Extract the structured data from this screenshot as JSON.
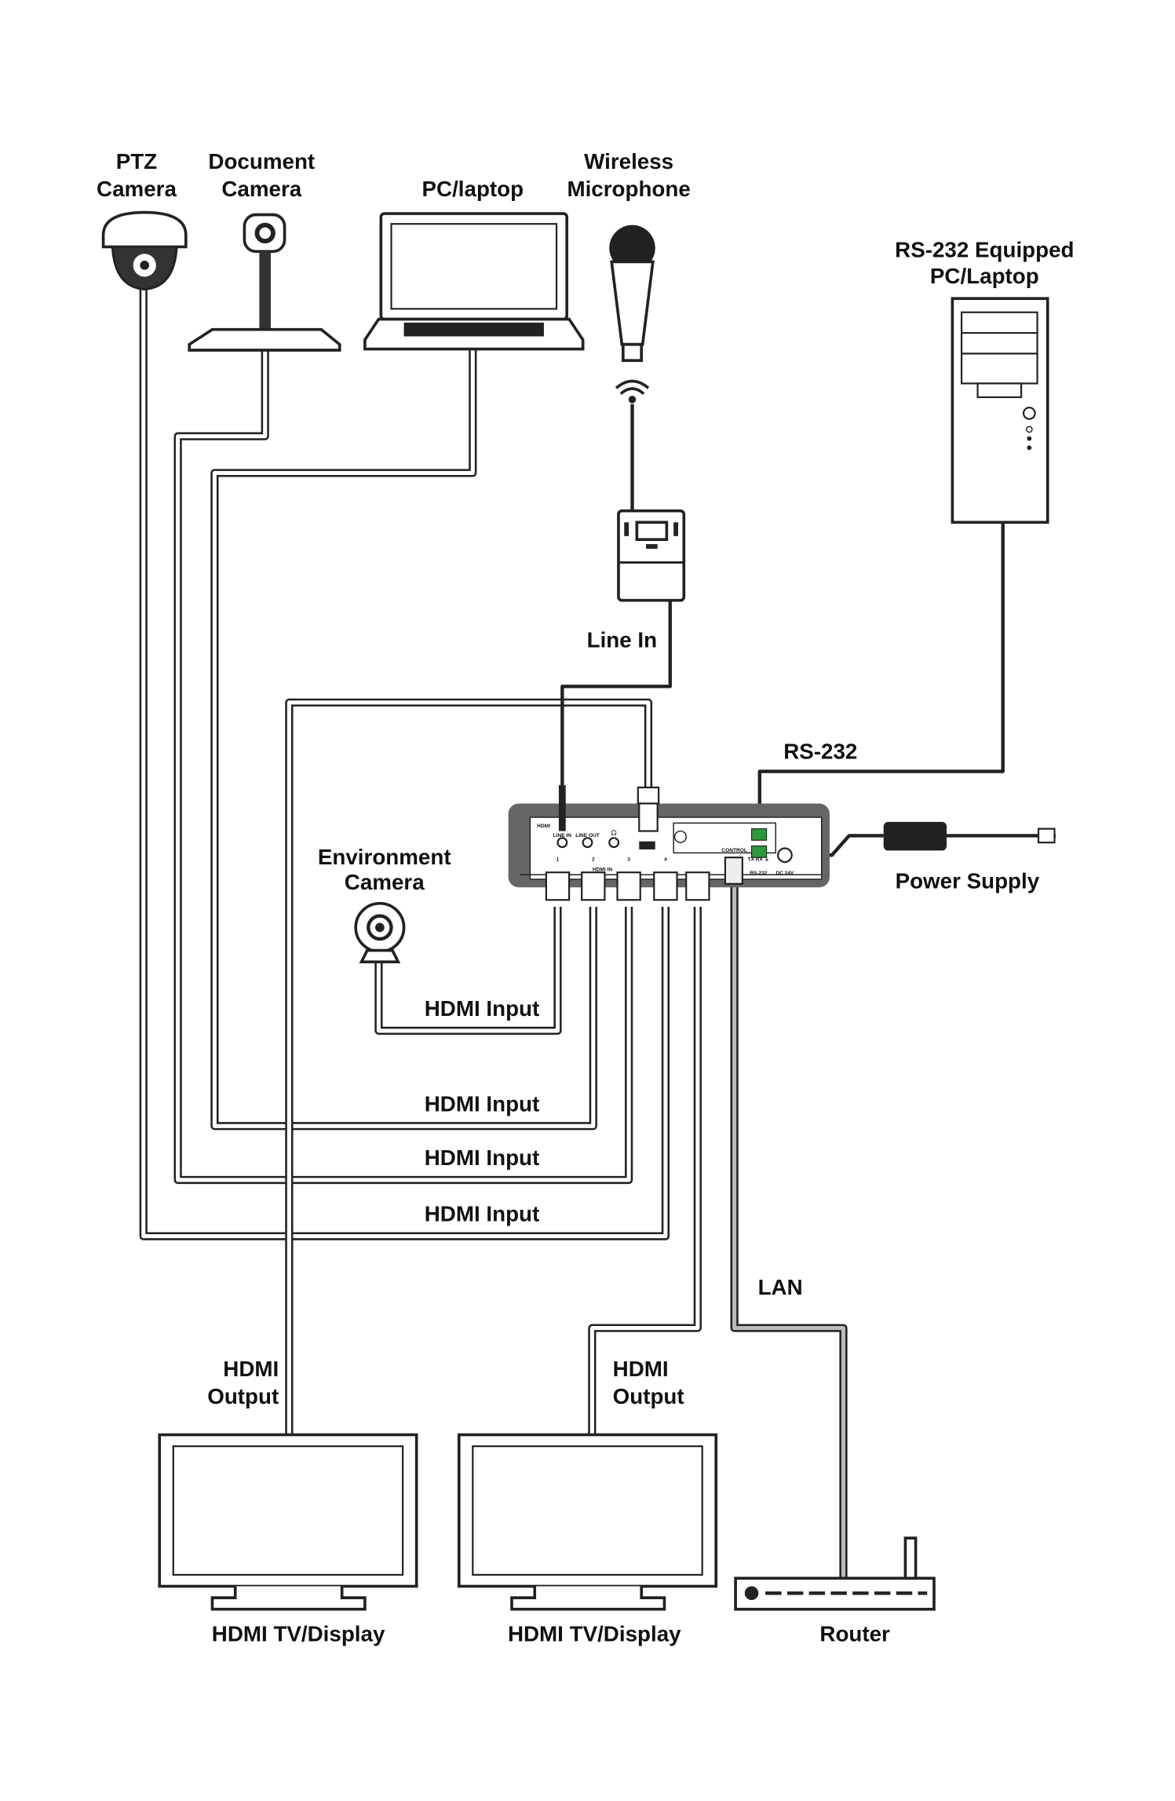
{
  "devices": {
    "ptz_camera": [
      "PTZ",
      "Camera"
    ],
    "document_camera": [
      "Document",
      "Camera"
    ],
    "pc_laptop": "PC/laptop",
    "wireless_mic": [
      "Wireless",
      "Microphone"
    ],
    "rs232_pc": [
      "RS-232 Equipped",
      "PC/Laptop"
    ],
    "environment_camera": [
      "Environment",
      "Camera"
    ],
    "power_supply": "Power Supply",
    "display_1": "HDMI TV/Display",
    "display_2": "HDMI TV/Display",
    "router": "Router"
  },
  "connections": {
    "line_in": "Line In",
    "rs232": "RS-232",
    "hdmi_inputs": [
      "HDMI Input",
      "HDMI Input",
      "HDMI Input",
      "HDMI Input"
    ],
    "lan": "LAN",
    "hdmi_output_1": [
      "HDMI",
      "Output"
    ],
    "hdmi_output_2": [
      "HDMI",
      "Output"
    ]
  },
  "panel": {
    "brand": "HDMI",
    "line_in": "LINE IN",
    "line_out": "LINE OUT",
    "hdmi_in": "HDMI IN",
    "ports": [
      "1",
      "2",
      "3",
      "4"
    ],
    "control": "CONTROL",
    "rs232": "RS-232",
    "rs232_pins": "TX RX ⏚",
    "dc": "DC 24V"
  }
}
